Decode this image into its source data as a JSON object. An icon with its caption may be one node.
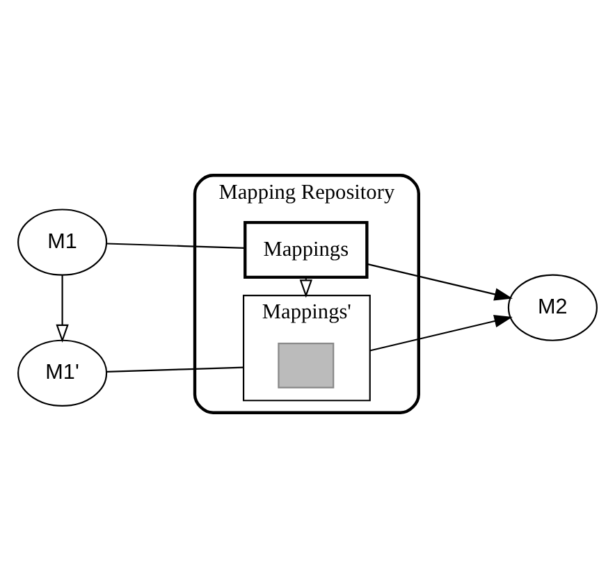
{
  "diagram": {
    "nodes": [
      {
        "text": [
          "Mapping Repository"
        ]
      },
      {
        "text": [
          "Mappings"
        ],
        "in": 0
      },
      {
        "text": [
          "M1"
        ]
      },
      {
        "text": [
          "M2"
        ]
      },
      {
        "text": [
          "Mappings'"
        ],
        "in": 0
      },
      {
        "text": [],
        "shape": "box",
        "in": 4
      },
      {
        "text": [
          "M1'"
        ]
      }
    ],
    "edges": [
      {
        "from": 2,
        "to": 1,
        "arrow": "none"
      },
      {
        "from": 1,
        "to": 3,
        "arrow": "to"
      },
      {
        "from": 2,
        "to": 6,
        "arrow": "to"
      },
      {
        "from": 1,
        "to": 4,
        "arrow": "to"
      },
      {
        "from": 6,
        "to": 4,
        "arrow": "none"
      },
      {
        "from": 4,
        "to": 3,
        "arrow": "to"
      }
    ]
  }
}
